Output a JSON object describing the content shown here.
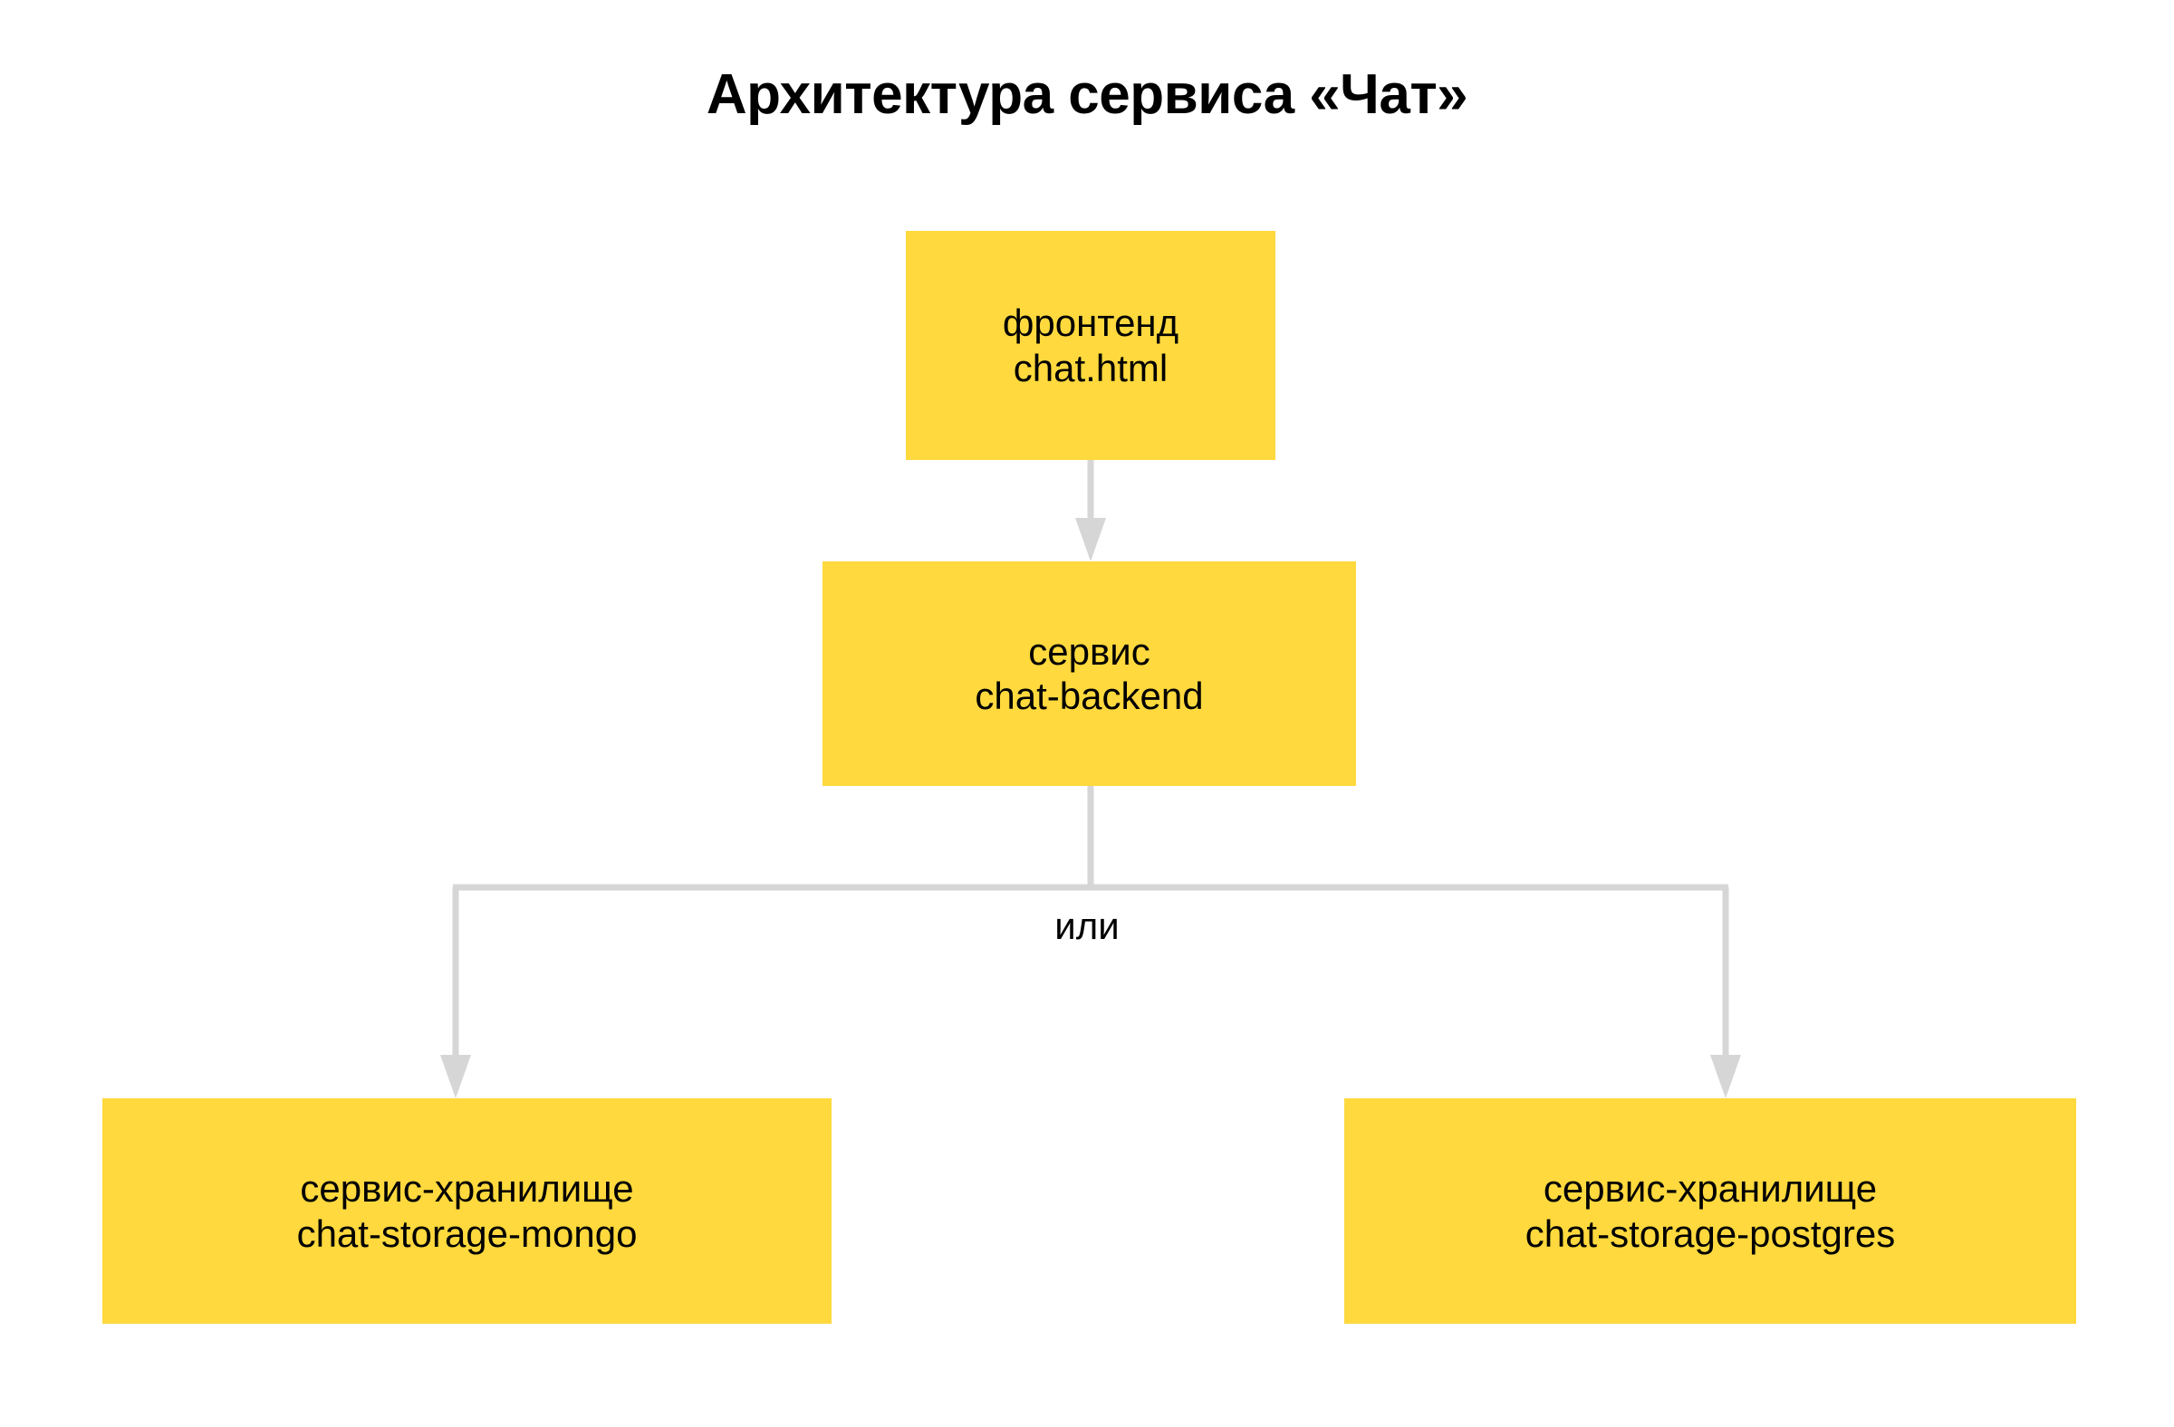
{
  "diagram": {
    "title": "Архитектура сервиса «Чат»",
    "background_color": "#FFFFFF",
    "node_fill_color": "#FFD93D",
    "node_text_color": "#000000",
    "edge_color": "#D6D6D6",
    "nodes": [
      {
        "id": "frontend",
        "line1": "фронтенд",
        "line2": "chat.html"
      },
      {
        "id": "backend",
        "line1": "сервис",
        "line2": "chat-backend"
      },
      {
        "id": "storage_mongo",
        "line1": "сервис-хранилище",
        "line2": "chat-storage-mongo"
      },
      {
        "id": "storage_postgres",
        "line1": "сервис-хранилище",
        "line2": "chat-storage-postgres"
      }
    ],
    "edge_labels": {
      "branch": "или"
    }
  }
}
